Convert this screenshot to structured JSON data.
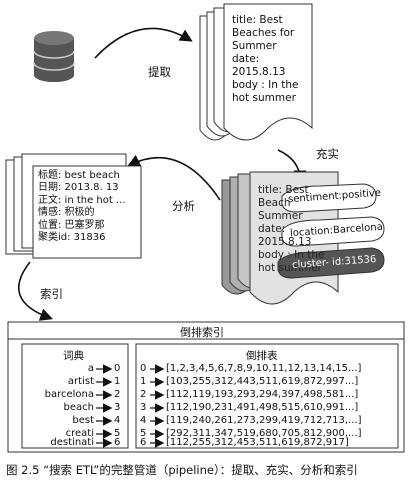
{
  "steps": {
    "extract": "提取",
    "enrich": "充实",
    "analyze": "分析",
    "index": "索引"
  },
  "raw_doc": {
    "lines": [
      "title: Best",
      "Beaches for",
      "Summer",
      "date:",
      "2015.8.13",
      "body : In the",
      "hot summer"
    ]
  },
  "enriched_doc": {
    "lines": [
      "title: Best",
      "Beach",
      "Summer",
      "date:",
      "2015.8.13",
      "body : In the",
      "hot summer"
    ],
    "tags": [
      "sentiment:positive",
      "location:Barcelona",
      "cluster- id:31536"
    ]
  },
  "analyzed_card": {
    "lines": [
      "标题:  best beach",
      "日期:  2013.8. 13",
      "正文:  in the hot ...",
      "情感:  积极的",
      "位置:  巴塞罗那",
      "聚类id:  31836"
    ]
  },
  "inverted_index": {
    "title": "倒排索引",
    "dictionary": {
      "header": "词典",
      "entries": [
        {
          "term": "a",
          "id": "0"
        },
        {
          "term": "artist",
          "id": "1"
        },
        {
          "term": "barcelona",
          "id": "2"
        },
        {
          "term": "beach",
          "id": "3"
        },
        {
          "term": "best",
          "id": "4"
        },
        {
          "term": "creati",
          "id": "5"
        },
        {
          "term": "destinati",
          "id": "6"
        }
      ]
    },
    "postings": {
      "header": "倒排表",
      "entries": [
        {
          "id": "0",
          "list": "[1,2,3,4,5,6,7,8,9,10,11,12,13,14,15...]"
        },
        {
          "id": "1",
          "list": "[103,255,312,443,511,619,872,997...]"
        },
        {
          "id": "2",
          "list": "[112,119,193,293,294,397,498,581...]"
        },
        {
          "id": "3",
          "list": "[112,190,231,491,498,515,610,991...]"
        },
        {
          "id": "4",
          "list": "[119,240,261,273,299,419,712,713,...]"
        },
        {
          "id": "5",
          "list": "[292,311,347,519,680,705,812,900,...]"
        },
        {
          "id": "6",
          "list": "[112,255,312,453,511,619,872,917]"
        }
      ]
    }
  },
  "caption": "图 2.5  “搜索 ETL”的完整管道（pipeline）：提取、充实、分析和索引"
}
